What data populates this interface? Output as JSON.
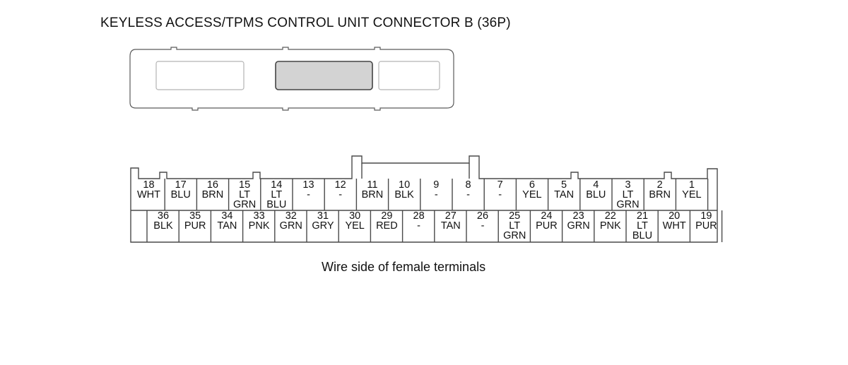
{
  "title": "KEYLESS ACCESS/TPMS CONTROL UNIT CONNECTOR B (36P)",
  "caption": "Wire side of female terminals",
  "colors": {
    "stroke": "#4a4a4a",
    "window_fill": "#d3d3d3",
    "background": "#ffffff"
  },
  "connector": {
    "pin_count": 36,
    "top_row": [
      {
        "pin": "18",
        "wire": [
          "WHT"
        ]
      },
      {
        "pin": "17",
        "wire": [
          "BLU"
        ]
      },
      {
        "pin": "16",
        "wire": [
          "BRN"
        ]
      },
      {
        "pin": "15",
        "wire": [
          "LT",
          "GRN"
        ]
      },
      {
        "pin": "14",
        "wire": [
          "LT",
          "BLU"
        ]
      },
      {
        "pin": "13",
        "wire": [
          "-"
        ]
      },
      {
        "pin": "12",
        "wire": [
          "-"
        ]
      },
      {
        "pin": "11",
        "wire": [
          "BRN"
        ]
      },
      {
        "pin": "10",
        "wire": [
          "BLK"
        ]
      },
      {
        "pin": "9",
        "wire": [
          "-"
        ]
      },
      {
        "pin": "8",
        "wire": [
          "-"
        ]
      },
      {
        "pin": "7",
        "wire": [
          "-"
        ]
      },
      {
        "pin": "6",
        "wire": [
          "YEL"
        ]
      },
      {
        "pin": "5",
        "wire": [
          "TAN"
        ]
      },
      {
        "pin": "4",
        "wire": [
          "BLU"
        ]
      },
      {
        "pin": "3",
        "wire": [
          "LT",
          "GRN"
        ]
      },
      {
        "pin": "2",
        "wire": [
          "BRN"
        ]
      },
      {
        "pin": "1",
        "wire": [
          "YEL"
        ]
      }
    ],
    "bottom_row": [
      {
        "pin": "36",
        "wire": [
          "BLK"
        ]
      },
      {
        "pin": "35",
        "wire": [
          "PUR"
        ]
      },
      {
        "pin": "34",
        "wire": [
          "TAN"
        ]
      },
      {
        "pin": "33",
        "wire": [
          "PNK"
        ]
      },
      {
        "pin": "32",
        "wire": [
          "GRN"
        ]
      },
      {
        "pin": "31",
        "wire": [
          "GRY"
        ]
      },
      {
        "pin": "30",
        "wire": [
          "YEL"
        ]
      },
      {
        "pin": "29",
        "wire": [
          "RED"
        ]
      },
      {
        "pin": "28",
        "wire": [
          "-"
        ]
      },
      {
        "pin": "27",
        "wire": [
          "TAN"
        ]
      },
      {
        "pin": "26",
        "wire": [
          "-"
        ]
      },
      {
        "pin": "25",
        "wire": [
          "LT",
          "GRN"
        ]
      },
      {
        "pin": "24",
        "wire": [
          "PUR"
        ]
      },
      {
        "pin": "23",
        "wire": [
          "GRN"
        ]
      },
      {
        "pin": "22",
        "wire": [
          "PNK"
        ]
      },
      {
        "pin": "21",
        "wire": [
          "LT",
          "BLU"
        ]
      },
      {
        "pin": "20",
        "wire": [
          "WHT"
        ]
      },
      {
        "pin": "19",
        "wire": [
          "PUR"
        ]
      }
    ]
  }
}
